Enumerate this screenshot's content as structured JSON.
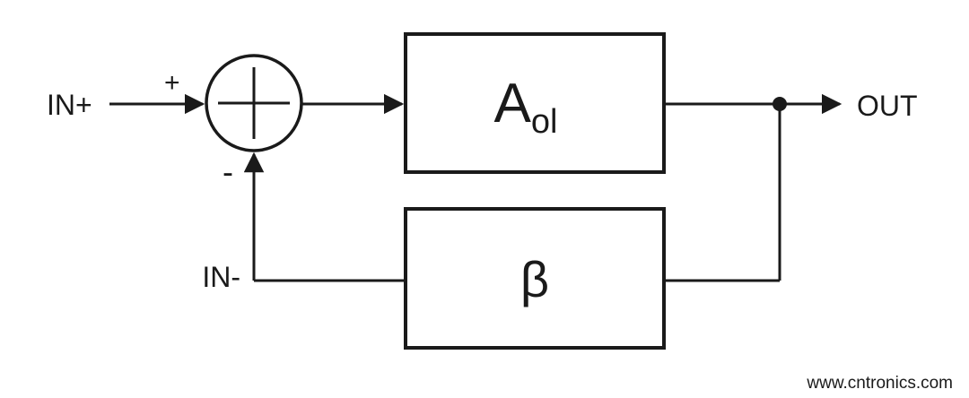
{
  "diagram": {
    "title": "negative-feedback-amplifier-block-diagram",
    "labels": {
      "input_plus": "IN+",
      "input_minus": "IN-",
      "output": "OUT",
      "summing_plus": "+",
      "summing_minus": "-"
    },
    "blocks": {
      "amplifier": {
        "main": "A",
        "sub": "ol"
      },
      "feedback": {
        "label": "β"
      }
    },
    "colors": {
      "line": "#1a1a1a",
      "background": "#ffffff",
      "watermark": "#a7d7bf"
    },
    "watermark": {
      "text": "www.cntronics.com"
    }
  }
}
